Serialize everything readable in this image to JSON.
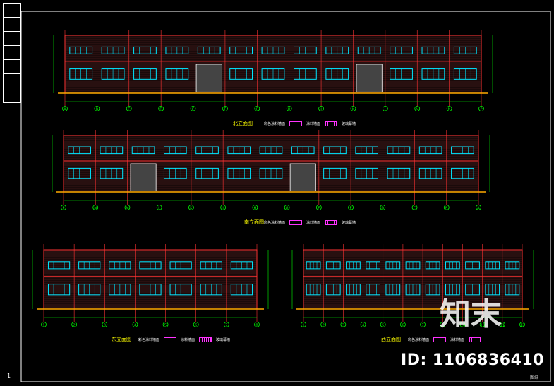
{
  "sheet": {
    "number": "1",
    "corner_stamp": "图纸",
    "watermark_brand": "知末",
    "id_label": "ID: 1106836410"
  },
  "elevations": [
    {
      "title": "北立面图",
      "grid_labels": [
        "A",
        "B",
        "C",
        "D",
        "E",
        "F",
        "G",
        "H",
        "J",
        "K",
        "L",
        "M",
        "N",
        "P"
      ],
      "legend": [
        "彩色涂料墙面",
        "涂料墙面",
        "玻璃幕墙"
      ]
    },
    {
      "title": "南立面图",
      "grid_labels": [
        "P",
        "N",
        "M",
        "L",
        "K",
        "J",
        "H",
        "G",
        "F",
        "E",
        "D",
        "C",
        "B",
        "A"
      ],
      "legend": [
        "彩色涂料墙面",
        "涂料墙面",
        "玻璃幕墙"
      ]
    },
    {
      "title": "东立面图",
      "grid_labels": [
        "1",
        "2",
        "3",
        "4",
        "5",
        "6",
        "7",
        "8"
      ],
      "legend": [
        "彩色涂料墙面",
        "涂料墙面",
        "玻璃幕墙"
      ]
    },
    {
      "title": "西立面图",
      "grid_labels": [
        "1",
        "2",
        "3",
        "4",
        "5",
        "6",
        "7",
        "8",
        "9",
        "10",
        "11",
        "12"
      ],
      "legend": [
        "彩色涂料墙面",
        "涂料墙面"
      ]
    }
  ],
  "colors": {
    "wall_line": "#ff3333",
    "window": "#00e5ff",
    "ground": "#ffaa00",
    "dimension": "#00ff00",
    "grid_bubble": "#00ff00",
    "text": "#ffff00"
  }
}
